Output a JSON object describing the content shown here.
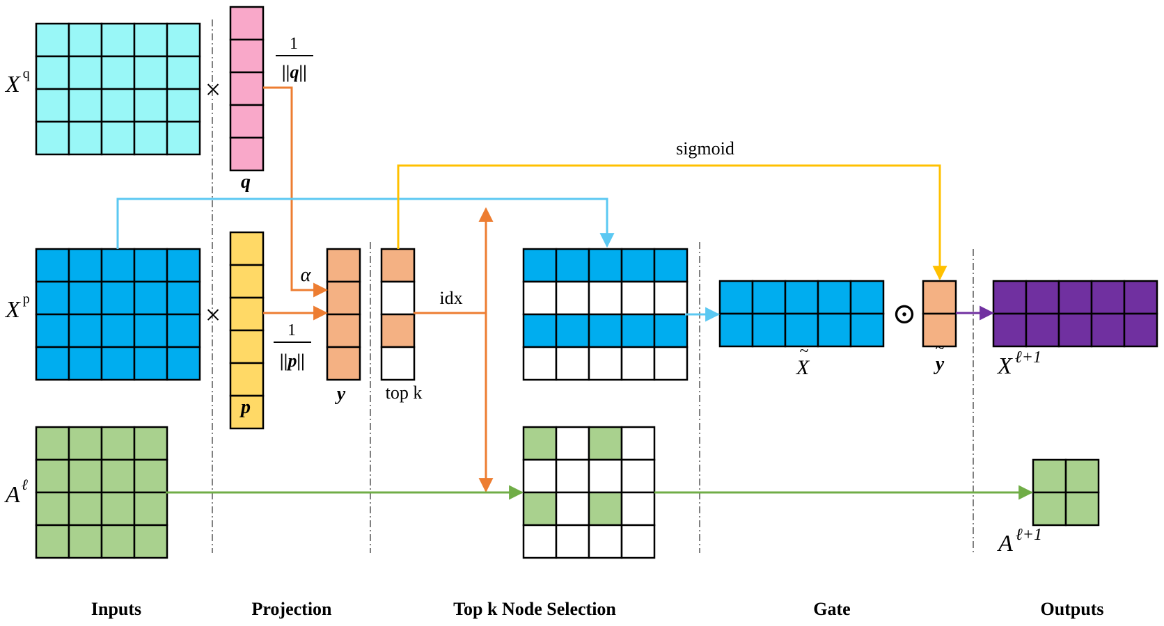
{
  "colors": {
    "cyan": "#99F7F7",
    "pink": "#F9A8C9",
    "blue": "#00ADEF",
    "yellow": "#FFD966",
    "peach": "#F4B183",
    "green": "#A9D18E",
    "purple": "#7030A0",
    "arrow_orange": "#ED7D31",
    "arrow_blue": "#5BC8F2",
    "arrow_gold": "#FFC000",
    "arrow_green": "#70AD47",
    "arrow_purple": "#7030A0"
  },
  "labels": {
    "xq_base": "X",
    "xq_sup": "q",
    "xp_base": "X",
    "xp_sup": "p",
    "a_base": "A",
    "a_sup": "ℓ",
    "times_1": "×",
    "times_2": "×",
    "q": "q",
    "p": "p",
    "y": "y",
    "frac_q_num": "1",
    "frac_q_den": "||q||",
    "frac_p_num": "1",
    "frac_p_den": "||p||",
    "alpha": "α",
    "idx": "idx",
    "topk": "top k",
    "sigmoid": "sigmoid",
    "xtilde": "X",
    "xtilde_mark": "~",
    "ytilde": "y",
    "ytilde_mark": "~",
    "odot": "⊙",
    "xout_base": "X",
    "xout_sup": "ℓ+1",
    "aout_base": "A",
    "aout_sup": "ℓ+1"
  },
  "sections": {
    "inputs": "Inputs",
    "projection": "Projection",
    "topk": "Top k Node Selection",
    "gate": "Gate",
    "outputs": "Outputs"
  }
}
